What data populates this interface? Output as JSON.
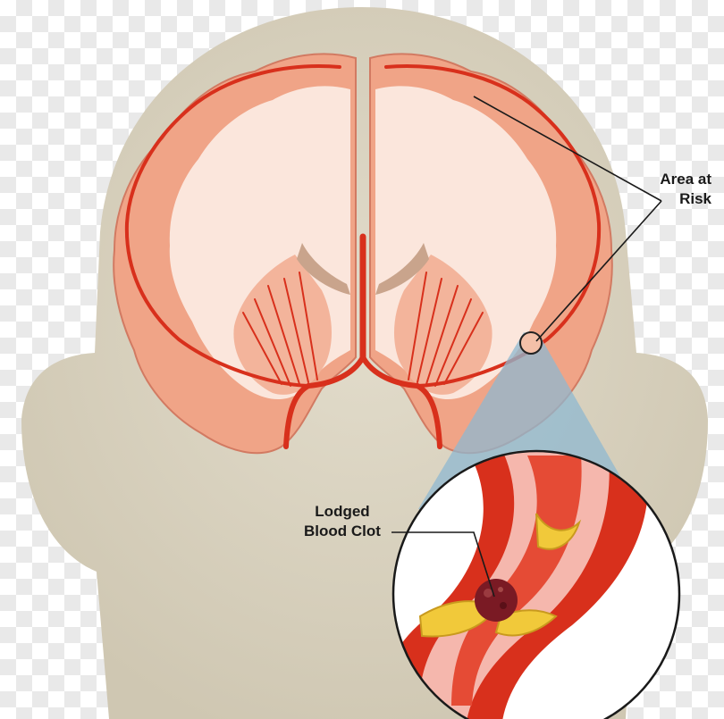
{
  "labels": {
    "area_at_risk": [
      "Area at",
      "Risk"
    ],
    "lodged_blood_clot": [
      "Lodged",
      "Blood Clot"
    ]
  },
  "colors": {
    "head": "#d8d1bf",
    "cortex": "#f0a487",
    "white_matter": "#fbe6dc",
    "artery": "#d8301c",
    "highlight_cone": "#8fb8d0",
    "plaque": "#f1c93a",
    "clot": "#7a1a24"
  }
}
